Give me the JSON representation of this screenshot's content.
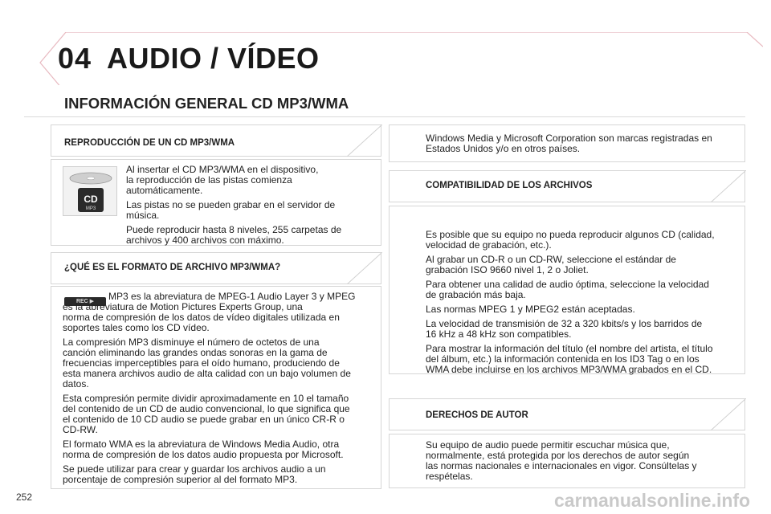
{
  "chapter": {
    "number": "04",
    "title": "AUDIO / VÍDEO"
  },
  "main_heading": "INFORMACIÓN GENERAL CD MP3/WMA",
  "sections": {
    "reproduccion": {
      "heading": "REPRODUCCIÓN DE UN CD MP3/WMA",
      "paragraphs": [
        "Al insertar el CD MP3/WMA en el dispositivo,\nla reproducción de las pistas comienza\nautomáticamente.",
        "Las pistas no se pueden grabar en el servidor de\nmúsica.",
        "Puede reproducir hasta 8 niveles, 255 carpetas de\narchivos y 400 archivos con máximo."
      ]
    },
    "formato": {
      "heading": "¿QUÉ ES EL FORMATO DE ARCHIVO MP3/WMA?",
      "paragraphs": [
        "MP3 es la abreviatura de MPEG-1 Audio Layer 3 y MPEG\nes la abreviatura de Motion Pictures Experts Group, una\nnorma de compresión de los datos de vídeo digitales utilizada en\nsoportes tales como los CD vídeo.",
        "La compresión MP3 disminuye el número de octetos de una\ncanción eliminando las grandes ondas sonoras en la gama de\nfrecuencias imperceptibles para el oído humano, produciendo de\nesta manera archivos audio de alta calidad con un bajo volumen de\ndatos.",
        "Esta compresión permite dividir aproximadamente en 10 el tamaño\ndel contenido de un CD de audio convencional, lo que significa que\nel contenido de 10 CD audio se puede grabar en un único CR-R o\nCD-RW.",
        "El formato WMA es la abreviatura de Windows Media Audio, otra\nnorma de compresión de los datos audio propuesta por Microsoft.",
        "Se puede utilizar para crear y guardar los archivos audio a un\nporcentaje de compresión superior al del formato MP3."
      ]
    },
    "windows": {
      "paragraphs": [
        "Windows Media y Microsoft Corporation son marcas registradas en\nEstados Unidos y/o en otros países."
      ]
    },
    "compatibilidad": {
      "heading": "COMPATIBILIDAD DE LOS ARCHIVOS",
      "paragraphs": [
        "Es posible que su equipo no pueda reproducir algunos CD (calidad,\nvelocidad de grabación, etc.).",
        "Al grabar un CD-R o un CD-RW, seleccione el estándar de\ngrabación ISO 9660 nivel 1, 2 o Joliet.",
        "Para obtener una calidad de audio óptima, seleccione la velocidad\nde grabación más baja.",
        "Las normas MPEG 1 y MPEG2 están aceptadas.",
        "La velocidad de transmisión de 32 a 320 kbits/s y los barridos de\n16 kHz a 48 kHz son compatibles.",
        "Para mostrar la información del título (el nombre del artista, el título\ndel álbum, etc.) la información contenida en los ID3 Tag o en los\nWMA debe incluirse en los archivos MP3/WMA grabados en el CD."
      ]
    },
    "derechos": {
      "heading": "DERECHOS DE AUTOR",
      "paragraphs": [
        "Su equipo de audio puede permitir escuchar música que,\nnormalmente, está protegida por los derechos de autor según\nlas normas nacionales e internacionales en vigor. Consúltelas y\nrespételas."
      ]
    }
  },
  "icons": {
    "cd_label": "CD",
    "mp3_label": "MP3",
    "rec_label": "REC ▶"
  },
  "page_number": "252",
  "watermark": "carmanualsonline.info",
  "colors": {
    "accent_line": "#e8b9c0",
    "border": "#d6d6d6",
    "text": "#222222"
  }
}
